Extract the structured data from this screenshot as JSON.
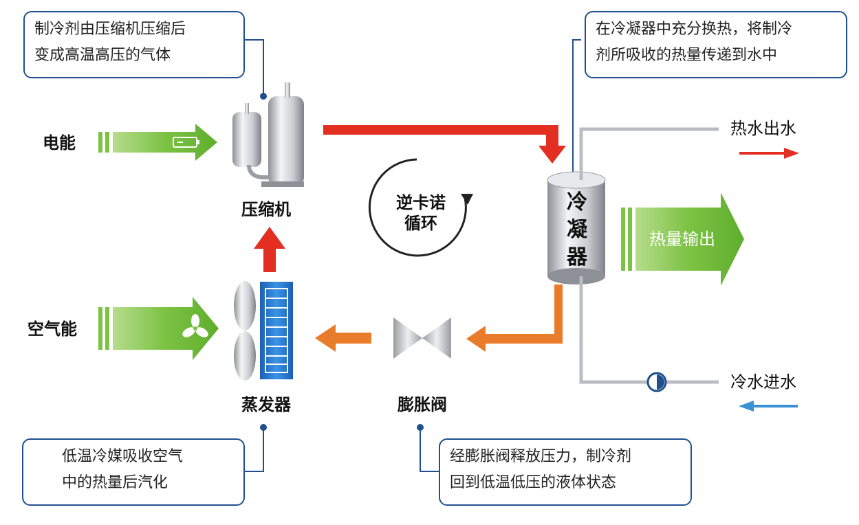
{
  "callouts": {
    "compressor": [
      "制冷剂由压缩机压缩后",
      "变成高温高压的气体"
    ],
    "condenser": [
      "在冷凝器中充分换热，将制冷",
      "剂所吸收的热量传递到水中"
    ],
    "evaporator": [
      "低温冷媒吸收空气",
      "中的热量后汽化"
    ],
    "valve": [
      "经膨胀阀释放压力，制冷剂",
      "回到低温低压的液体状态"
    ]
  },
  "labels": {
    "electric_energy": "电能",
    "air_energy": "空气能",
    "compressor": "压缩机",
    "evaporator": "蒸发器",
    "expansion_valve": "膨胀阀",
    "cycle_line1": "逆卡诺",
    "cycle_line2": "循环",
    "condenser_chars": [
      "冷",
      "凝",
      "器"
    ],
    "heat_output": "热量输出",
    "hot_water_out": "热水出水",
    "cold_water_in": "冷水进水"
  },
  "colors": {
    "callout_border": "#1f4f8e",
    "green_arrow": "#7cc243",
    "red_flow": "#e32e22",
    "orange_flow": "#e87c2b",
    "pipe": "#b9bcc2",
    "cold_water_arrow": "#3a91d6",
    "evaporator_blue": "#2b7ad2"
  }
}
